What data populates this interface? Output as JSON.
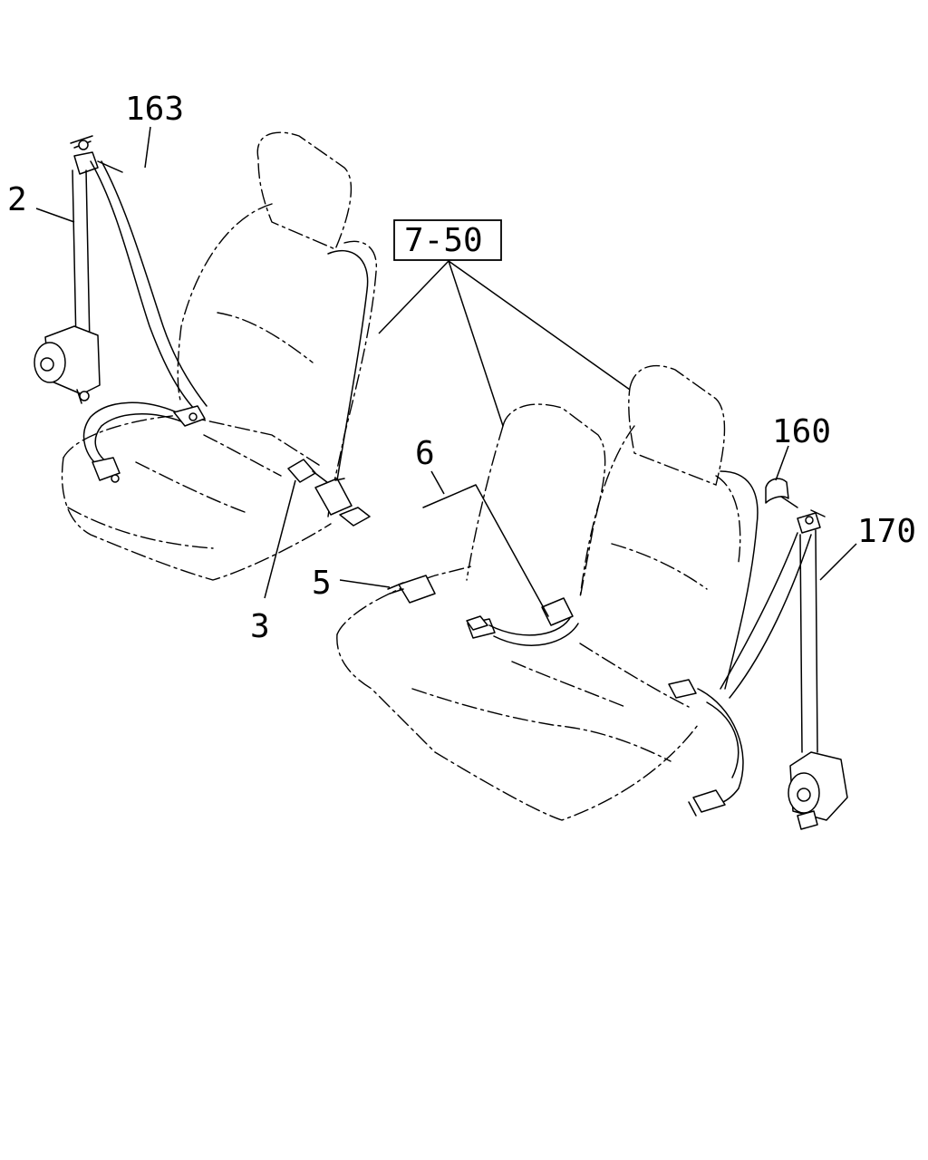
{
  "labels": {
    "part_163": "163",
    "part_2": "2",
    "part_3": "3",
    "part_5": "5",
    "part_6": "6",
    "ref_box": "7-50",
    "part_160": "160",
    "part_170": "170"
  }
}
